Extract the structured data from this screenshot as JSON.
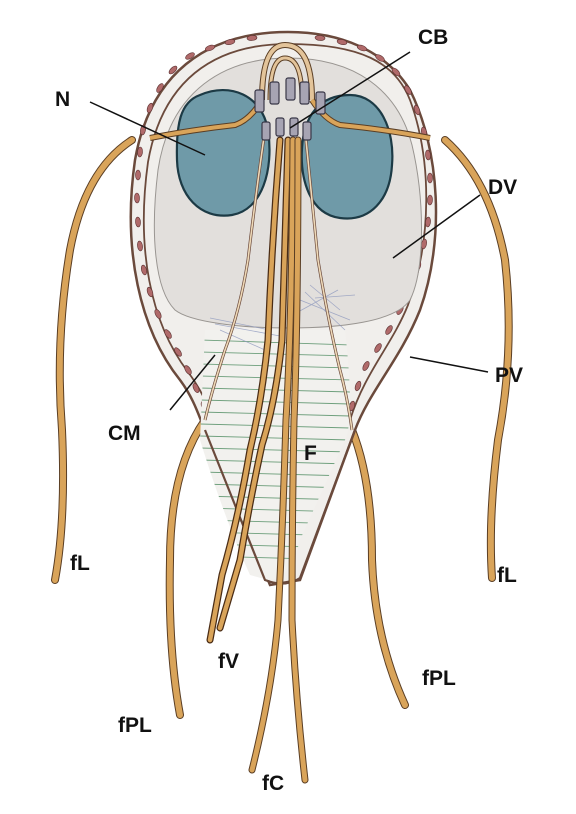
{
  "labels": {
    "N": "N",
    "CB": "CB",
    "DV": "DV",
    "PV": "PV",
    "CM": "CM",
    "F": "F",
    "fL_left": "fL",
    "fL_right": "fL",
    "fV": "fV",
    "fPL_left": "fPL",
    "fPL_right": "fPL",
    "fC": "fC"
  },
  "colors": {
    "cell_body": "#e4e2df",
    "nucleus": "#6f9aa8",
    "flagellum": "#d9a45a",
    "membrane_outline": "#7a5446",
    "vesicle": "#b06a6a",
    "disc_fibers": "#4b8a5e",
    "basal_body": "#9a97a5"
  }
}
